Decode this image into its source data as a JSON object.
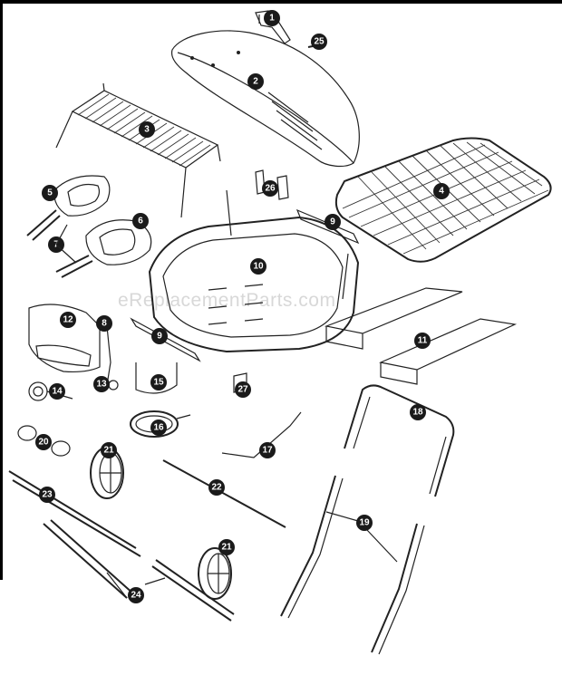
{
  "watermark": "eReplacementParts.com",
  "callouts": [
    {
      "id": "c1",
      "label": "1"
    },
    {
      "id": "c2",
      "label": "2"
    },
    {
      "id": "c3",
      "label": "3"
    },
    {
      "id": "c4",
      "label": "4"
    },
    {
      "id": "c5",
      "label": "5"
    },
    {
      "id": "c6",
      "label": "6"
    },
    {
      "id": "c7",
      "label": "7"
    },
    {
      "id": "c8",
      "label": "8"
    },
    {
      "id": "c9a",
      "label": "9"
    },
    {
      "id": "c9b",
      "label": "9"
    },
    {
      "id": "c10",
      "label": "10"
    },
    {
      "id": "c11",
      "label": "11"
    },
    {
      "id": "c12",
      "label": "12"
    },
    {
      "id": "c13",
      "label": "13"
    },
    {
      "id": "c14",
      "label": "14"
    },
    {
      "id": "c15",
      "label": "15"
    },
    {
      "id": "c16",
      "label": "16"
    },
    {
      "id": "c17",
      "label": "17"
    },
    {
      "id": "c18",
      "label": "18"
    },
    {
      "id": "c19",
      "label": "19"
    },
    {
      "id": "c20",
      "label": "20"
    },
    {
      "id": "c21a",
      "label": "21"
    },
    {
      "id": "c21b",
      "label": "21"
    },
    {
      "id": "c22",
      "label": "22"
    },
    {
      "id": "c23",
      "label": "23"
    },
    {
      "id": "c24",
      "label": "24"
    },
    {
      "id": "c25",
      "label": "25"
    },
    {
      "id": "c26",
      "label": "26"
    },
    {
      "id": "c27",
      "label": "27"
    }
  ]
}
